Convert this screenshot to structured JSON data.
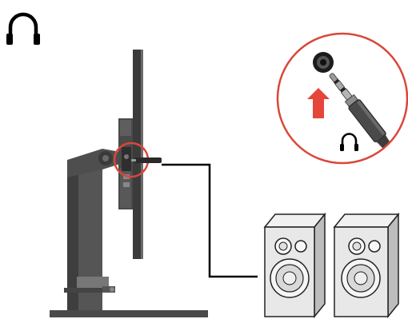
{
  "diagram": {
    "headphone_symbol": "headphones-icon",
    "callout_headphone_symbol": "headphones-icon",
    "callout_arrow_direction": "up",
    "colors": {
      "callout_ring": "#d9473a",
      "arrow": "#e5463a",
      "monitor_body": "#5a5a5a",
      "monitor_dark": "#3a3a3a",
      "cable": "#000000",
      "speaker_face": "#e8e8e8",
      "speaker_side": "#bdbdbd",
      "background": "#ffffff"
    },
    "devices": [
      "monitor",
      "audio-cable",
      "speakers"
    ],
    "speaker_count": 2
  }
}
